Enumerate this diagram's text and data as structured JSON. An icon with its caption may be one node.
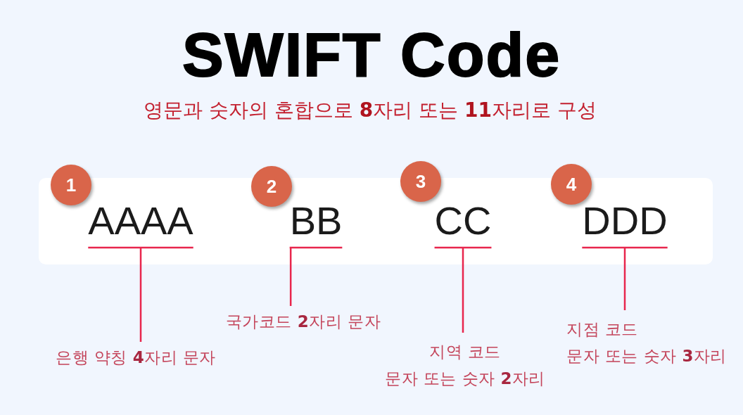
{
  "diagram": {
    "title": "SWIFT Code",
    "nodes": [
      {
        "text": [],
        "shape": "box"
      },
      {
        "text": [
          "1"
        ]
      },
      {
        "text": [
          "AAAA"
        ],
        "in": 0
      },
      {
        "text": [
          "2"
        ]
      },
      {
        "text": [
          "BB"
        ],
        "in": 0
      },
      {
        "text": [
          "3"
        ]
      },
      {
        "text": [
          "CC"
        ],
        "in": 0
      },
      {
        "text": [
          "4"
        ]
      },
      {
        "text": [
          "DDD"
        ],
        "in": 0
      },
      {
        "text": [
          "은행 약칭 **4**자리 문자"
        ]
      },
      {
        "text": [
          "국가코드 **2**자리 문자"
        ]
      },
      {
        "text": [
          "지역 코드",
          "문자 또는 숫자 **2**자리"
        ]
      },
      {
        "text": [
          "지점 코드",
          "문자 또는 숫자 **3**자리"
        ]
      }
    ],
    "edges": [
      {
        "from": 2,
        "to": 9,
        "arrow": "none"
      },
      {
        "from": 4,
        "to": 10,
        "arrow": "none"
      },
      {
        "from": 6,
        "to": 11,
        "arrow": "none"
      },
      {
        "from": 8,
        "to": 12,
        "arrow": "none"
      }
    ],
    "labels": [
      "영문과 숫자의 혼합으로 **8**자리 또는 **11**자리로 구성"
    ]
  }
}
